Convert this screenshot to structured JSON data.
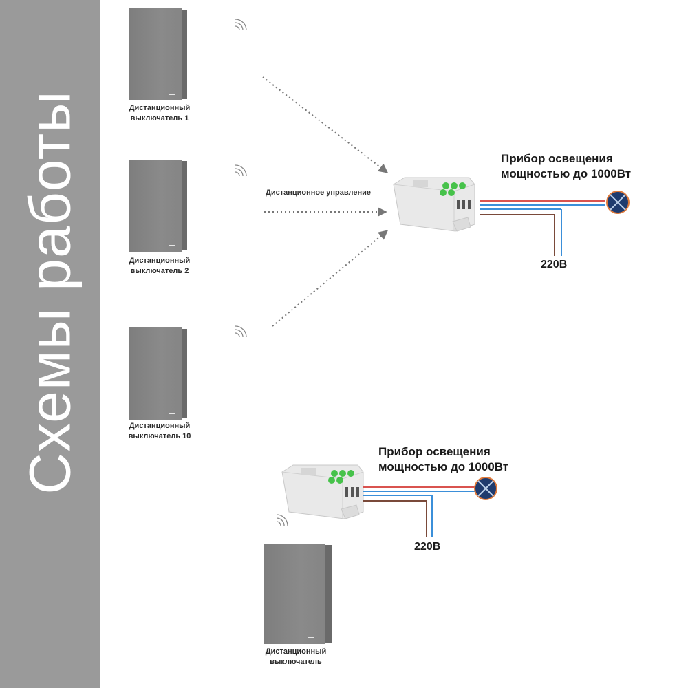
{
  "sidebar": {
    "title": "Схемы работы"
  },
  "diagram1": {
    "switch_labels": [
      [
        "Дистанционный",
        "выключатель 1"
      ],
      [
        "Дистанционный",
        "выключатель 2"
      ],
      [
        "Дистанционный",
        "выключатель 10"
      ]
    ],
    "remote_control_label": "Дистанционное управление",
    "lamp_label": [
      "Прибор освещения",
      "мощностью до 1000Вт"
    ],
    "voltage": "220В"
  },
  "diagram2": {
    "switch_label": [
      "Дистанционный",
      "выключатель"
    ],
    "lamp_label": [
      "Прибор освещения",
      "мощностью до 1000Вт"
    ],
    "voltage": "220В"
  },
  "colors": {
    "sidebar": "#9a9a9a",
    "switch": "#858585",
    "wire_red": "#d9534f",
    "wire_blue": "#3b8fd9",
    "wire_brown": "#7a4a3a",
    "lamp": "#1f3b6e",
    "led_green": "#46c24a"
  }
}
